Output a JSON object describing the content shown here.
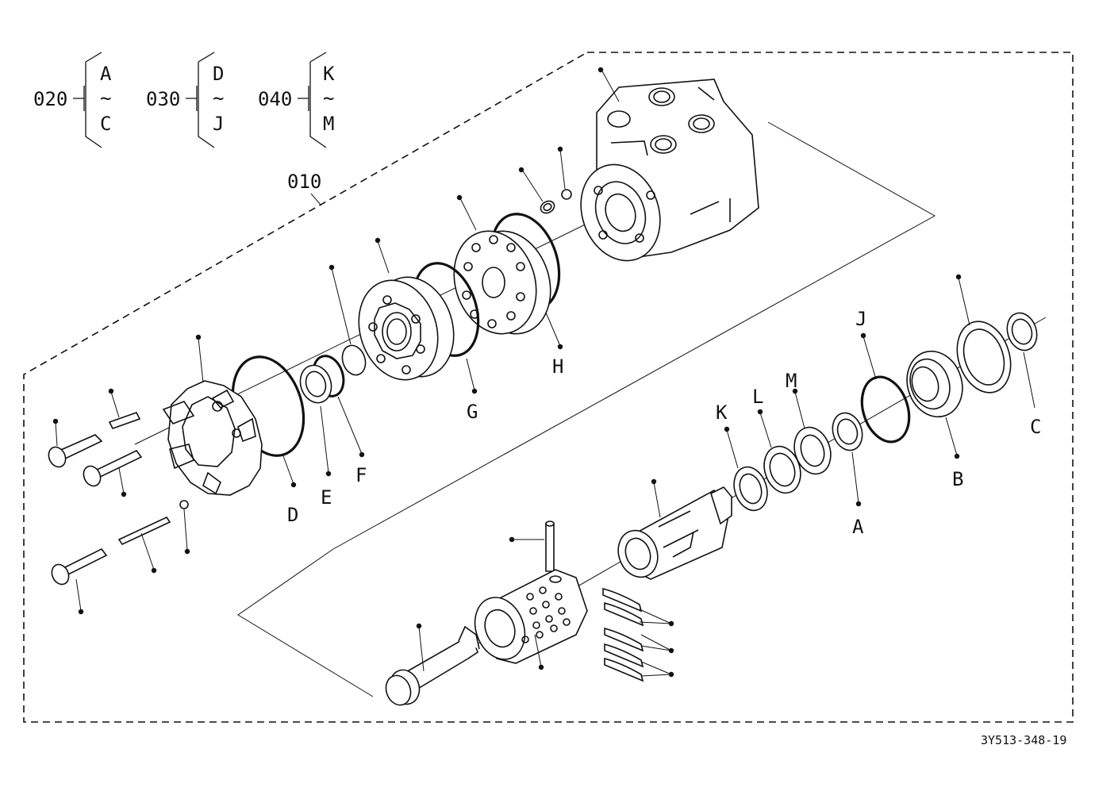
{
  "group_labels": [
    {
      "code": "020",
      "top": "A",
      "tilde": "~",
      "bottom": "C"
    },
    {
      "code": "030",
      "top": "D",
      "tilde": "~",
      "bottom": "J"
    },
    {
      "code": "040",
      "top": "K",
      "tilde": "~",
      "bottom": "M"
    }
  ],
  "assembly_label": "010",
  "callouts": {
    "A": "A",
    "B": "B",
    "C": "C",
    "D": "D",
    "E": "E",
    "F": "F",
    "G": "G",
    "H": "H",
    "J": "J",
    "K": "K",
    "L": "L",
    "M": "M"
  },
  "drawing_code": "3Y513-348-19"
}
